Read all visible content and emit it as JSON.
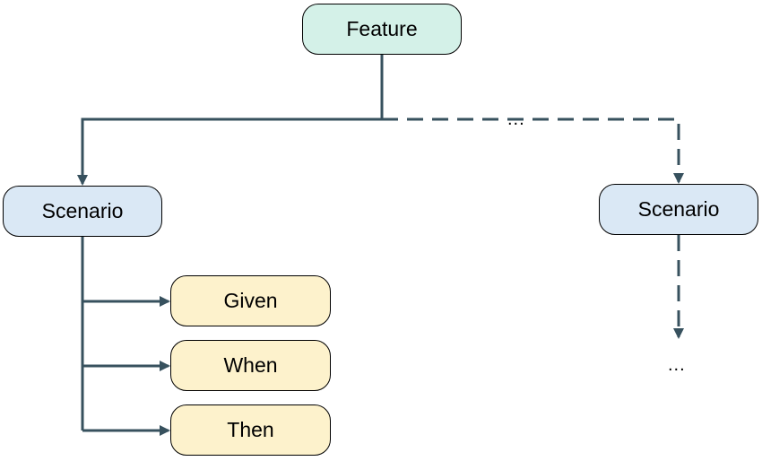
{
  "diagram": {
    "feature": "Feature",
    "scenario_left": "Scenario",
    "scenario_right": "Scenario",
    "steps": {
      "given": "Given",
      "when": "When",
      "then": "Then"
    },
    "ellipsis_top": "...",
    "ellipsis_bottom": "..."
  },
  "colors": {
    "connector": "#37515e",
    "feature_fill": "#d4f1e8",
    "scenario_fill": "#dae8f5",
    "step_fill": "#fdf2cc"
  }
}
